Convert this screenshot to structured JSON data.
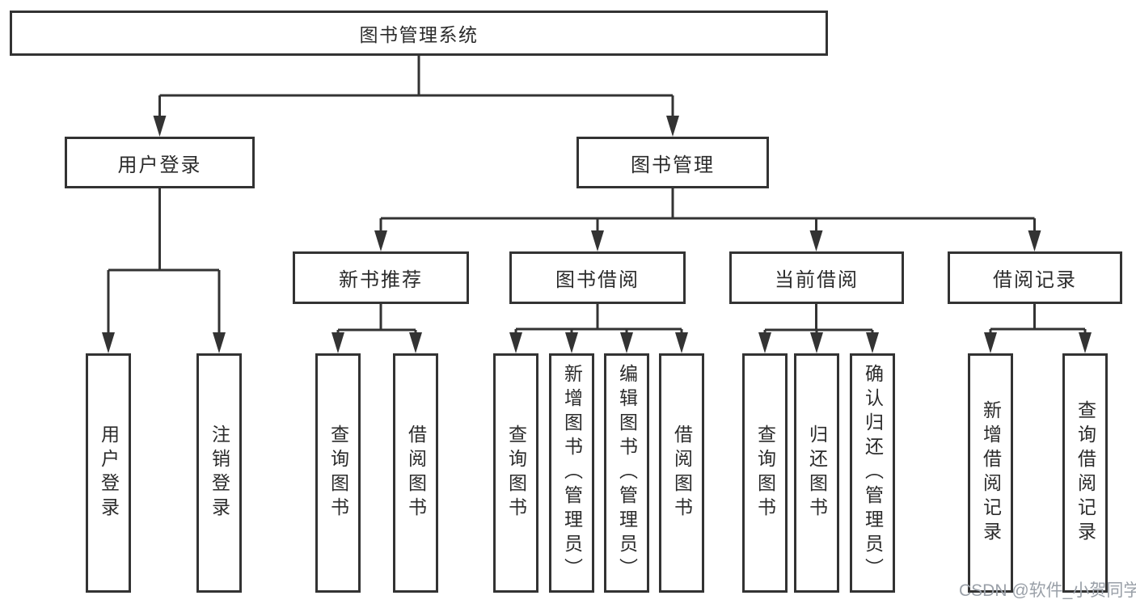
{
  "diagram": {
    "root": {
      "label": "图书管理系统"
    },
    "branches": [
      {
        "label": "用户登录",
        "children": [
          {
            "label": "用户登录"
          },
          {
            "label": "注销登录"
          }
        ]
      },
      {
        "label": "图书管理",
        "children": [
          {
            "label": "新书推荐",
            "children": [
              {
                "label": "查询图书"
              },
              {
                "label": "借阅图书"
              }
            ]
          },
          {
            "label": "图书借阅",
            "children": [
              {
                "label": "查询图书"
              },
              {
                "label": "新增图书（管理员）"
              },
              {
                "label": "编辑图书（管理员）"
              },
              {
                "label": "借阅图书"
              }
            ]
          },
          {
            "label": "当前借阅",
            "children": [
              {
                "label": "查询图书"
              },
              {
                "label": "归还图书"
              },
              {
                "label": "确认归还（管理员）"
              }
            ]
          },
          {
            "label": "借阅记录",
            "children": [
              {
                "label": "新增借阅记录"
              },
              {
                "label": "查询借阅记录"
              }
            ]
          }
        ]
      }
    ]
  },
  "watermark": {
    "text": "CSDN @软件_小贺同学"
  },
  "colors": {
    "line": "#333333",
    "text": "#2b2b2b",
    "background": "#ffffff",
    "watermark": "#9aa0a8"
  }
}
